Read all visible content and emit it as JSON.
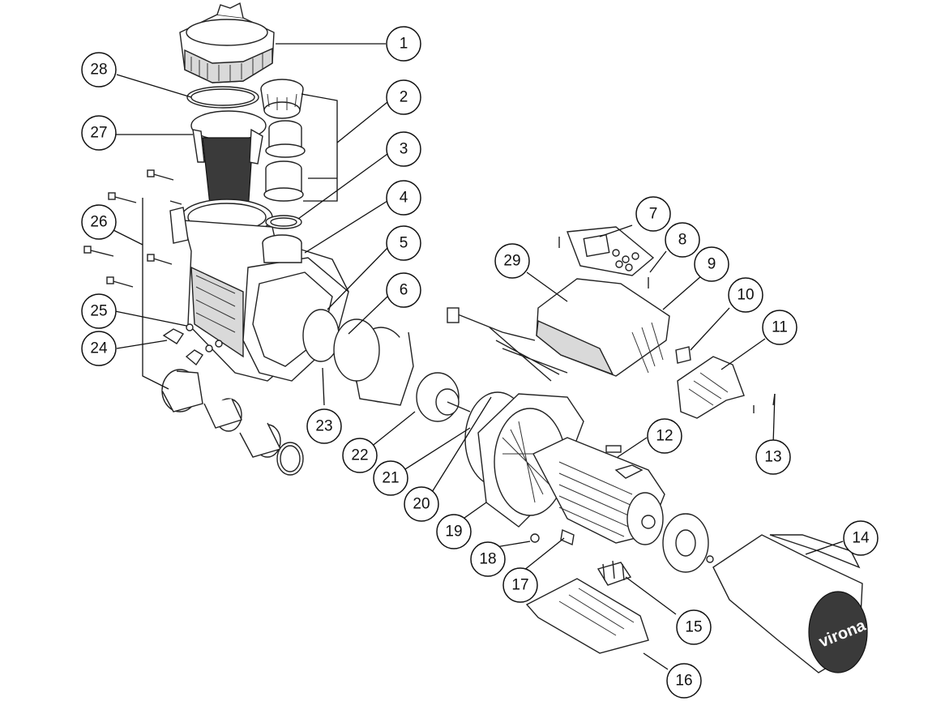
{
  "brand_logo_text": "virona",
  "line_color": "#111111",
  "callouts": [
    {
      "id": "callout-1",
      "label": "1"
    },
    {
      "id": "callout-2",
      "label": "2"
    },
    {
      "id": "callout-3",
      "label": "3"
    },
    {
      "id": "callout-4",
      "label": "4"
    },
    {
      "id": "callout-5",
      "label": "5"
    },
    {
      "id": "callout-6",
      "label": "6"
    },
    {
      "id": "callout-7",
      "label": "7"
    },
    {
      "id": "callout-8",
      "label": "8"
    },
    {
      "id": "callout-9",
      "label": "9"
    },
    {
      "id": "callout-10",
      "label": "10"
    },
    {
      "id": "callout-11",
      "label": "11"
    },
    {
      "id": "callout-12",
      "label": "12"
    },
    {
      "id": "callout-13",
      "label": "13"
    },
    {
      "id": "callout-14",
      "label": "14"
    },
    {
      "id": "callout-15",
      "label": "15"
    },
    {
      "id": "callout-16",
      "label": "16"
    },
    {
      "id": "callout-17",
      "label": "17"
    },
    {
      "id": "callout-18",
      "label": "18"
    },
    {
      "id": "callout-19",
      "label": "19"
    },
    {
      "id": "callout-20",
      "label": "20"
    },
    {
      "id": "callout-21",
      "label": "21"
    },
    {
      "id": "callout-22",
      "label": "22"
    },
    {
      "id": "callout-23",
      "label": "23"
    },
    {
      "id": "callout-24",
      "label": "24"
    },
    {
      "id": "callout-25",
      "label": "25"
    },
    {
      "id": "callout-26",
      "label": "26"
    },
    {
      "id": "callout-27",
      "label": "27"
    },
    {
      "id": "callout-28",
      "label": "28"
    },
    {
      "id": "callout-29",
      "label": "29"
    }
  ]
}
